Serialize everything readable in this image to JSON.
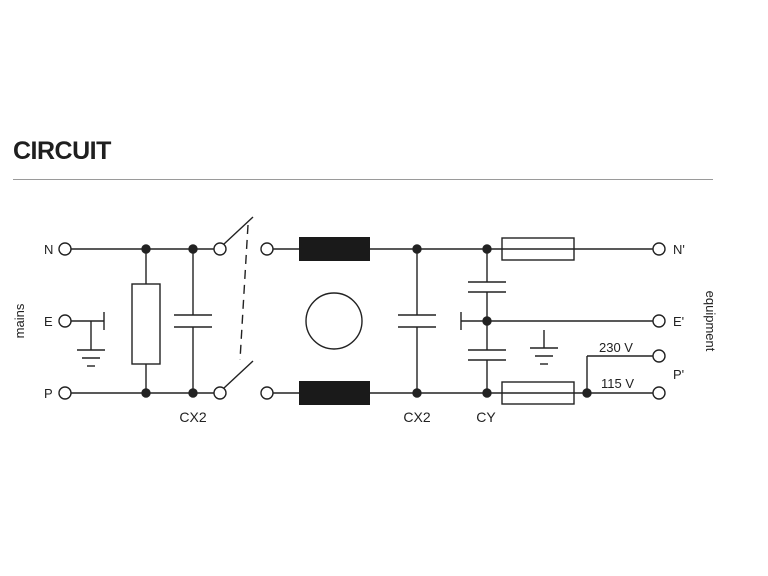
{
  "title": "CIRCUIT",
  "side_labels": {
    "left": "mains",
    "right": "equipment"
  },
  "terminals": {
    "input_n": "N",
    "input_e": "E",
    "input_p": "P",
    "output_n": "N'",
    "output_e": "E'",
    "output_p": "P'"
  },
  "components": {
    "cx2_left": "CX2",
    "cx2_right": "CX2",
    "cy": "CY"
  },
  "voltages": {
    "v230": "230 V",
    "v115": "115 V"
  }
}
